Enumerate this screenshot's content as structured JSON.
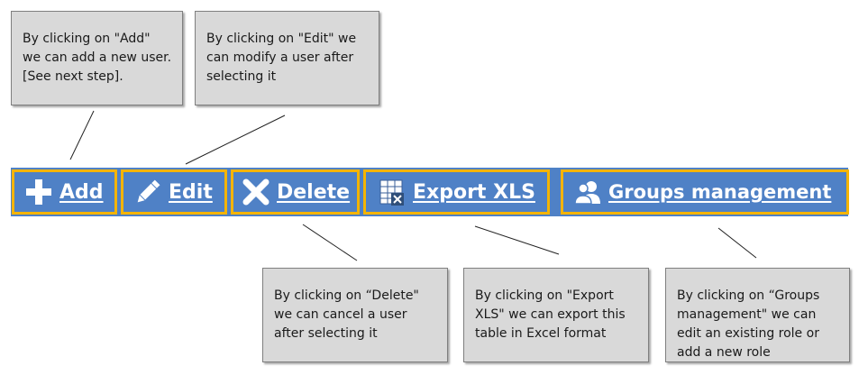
{
  "toolbar": {
    "buttons": [
      {
        "label": "Add",
        "icon": "plus-icon"
      },
      {
        "label": "Edit",
        "icon": "pencil-icon"
      },
      {
        "label": "Delete",
        "icon": "x-icon"
      },
      {
        "label": "Export XLS",
        "icon": "excel-icon"
      },
      {
        "label": "Groups management",
        "icon": "users-icon"
      }
    ]
  },
  "callouts": {
    "add": [
      "By clicking on \"Add\"",
      "we can add a new user.",
      "[See next step]."
    ],
    "edit": [
      "By clicking on \"Edit\" we",
      "can modify a user after",
      "selecting it"
    ],
    "delete": [
      "By clicking on “Delete\"",
      "we can cancel a user",
      "after selecting it"
    ],
    "export": [
      "By clicking on \"Export",
      "XLS\" we can export this",
      "table in Excel format"
    ],
    "groups": [
      "By clicking on “Groups",
      "management\" we can",
      "edit an existing role or",
      "add a new role"
    ]
  },
  "colors": {
    "toolbar_bg": "#4f81c6",
    "highlight_border": "#f4b400",
    "callout_bg": "#d9d9d9"
  }
}
